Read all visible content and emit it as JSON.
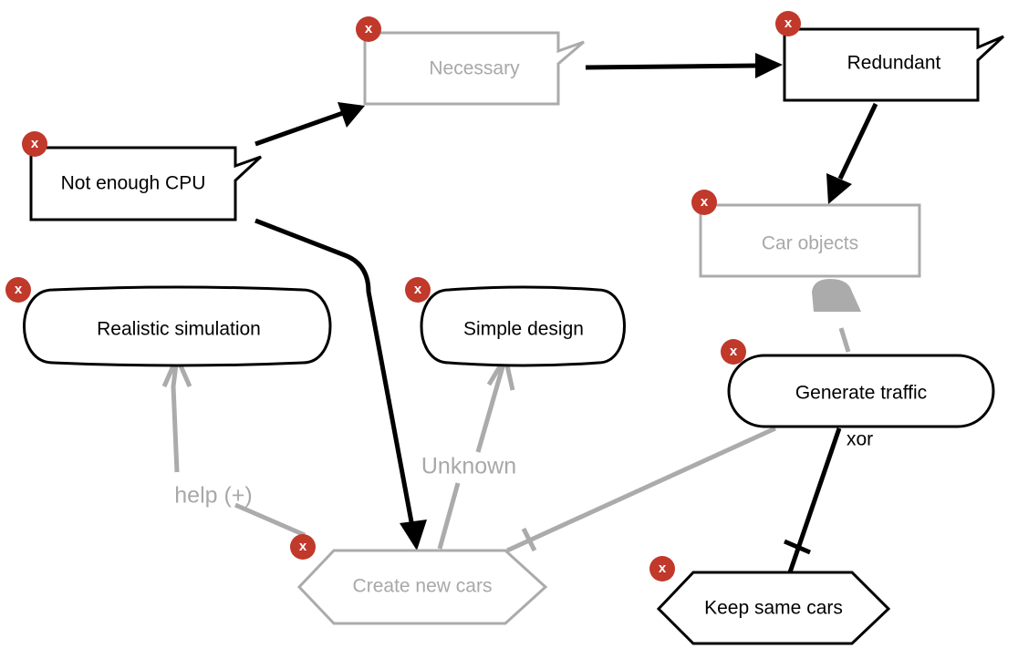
{
  "nodes": {
    "not_enough_cpu": "Not enough CPU",
    "necessary": "Necessary",
    "redundant": "Redundant",
    "car_objects": "Car objects",
    "realistic_simulation": "Realistic simulation",
    "simple_design": "Simple design",
    "generate_traffic": "Generate traffic",
    "create_new_cars": "Create new cars",
    "keep_same_cars": "Keep same cars"
  },
  "links": {
    "help_plus": "help (+)",
    "unknown": "Unknown",
    "xor": "xor"
  },
  "delete_button": "x",
  "colors": {
    "active": "#000000",
    "inactive": "#ababab",
    "delete": "#c0392b"
  }
}
